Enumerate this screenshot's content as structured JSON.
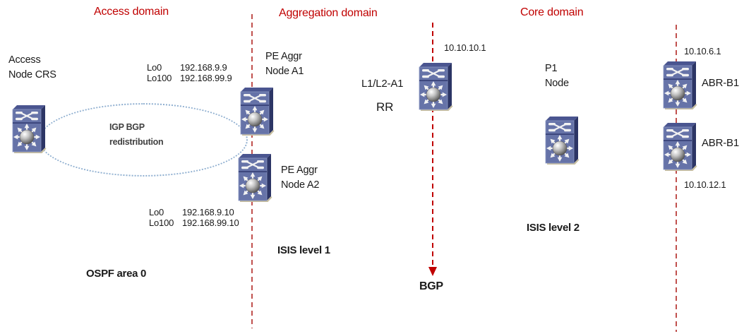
{
  "titles": {
    "access": "Access domain",
    "aggregation": "Aggregation domain",
    "core": "Core domain"
  },
  "nodes": {
    "crs": {
      "line1": "Access",
      "line2": "Node CRS"
    },
    "a1": {
      "line1": "PE Aggr",
      "line2": "Node A1"
    },
    "a2": {
      "line1": "PE Aggr",
      "line2": "Node A2"
    },
    "rr": {
      "label": "L1/L2-A1",
      "role": "RR",
      "ip": "10.10.10.1"
    },
    "p1": {
      "line1": "P1",
      "line2": "Node"
    },
    "abr_top": {
      "label": "ABR-B1",
      "ip": "10.10.6.1"
    },
    "abr_bottom": {
      "label": "ABR-B1",
      "ip": "10.10.12.1"
    }
  },
  "loopbacks": {
    "a1": {
      "rows": [
        {
          "if": "Lo0",
          "ip": "192.168.9.9"
        },
        {
          "if": "Lo100",
          "ip": "192.168.99.9"
        }
      ]
    },
    "a2": {
      "rows": [
        {
          "if": "Lo0",
          "ip": "192.168.9.10"
        },
        {
          "if": "Lo100",
          "ip": "192.168.99.10"
        }
      ]
    }
  },
  "annotations": {
    "redistribution_line1": "IGP BGP",
    "redistribution_line2": "redistribution",
    "ospf": "OSPF area 0",
    "isis_level1": "ISIS level 1",
    "isis_level2": "ISIS level 2",
    "bgp": "BGP"
  },
  "icons": {
    "router": "multilayer-switch-icon"
  },
  "colors": {
    "title_red": "#c00000",
    "boundary_dash_red": "#c0504d",
    "bgp_arrow_red": "#c00000",
    "ellipse_dotted_blue": "#8fafd0",
    "annotation_gray": "#3f3f3f",
    "router_face": "#6673a8",
    "router_side": "#2c3565",
    "router_top": "#3d477d",
    "router_shadow": "#c6bd9e",
    "text": "#1a1a1a"
  }
}
